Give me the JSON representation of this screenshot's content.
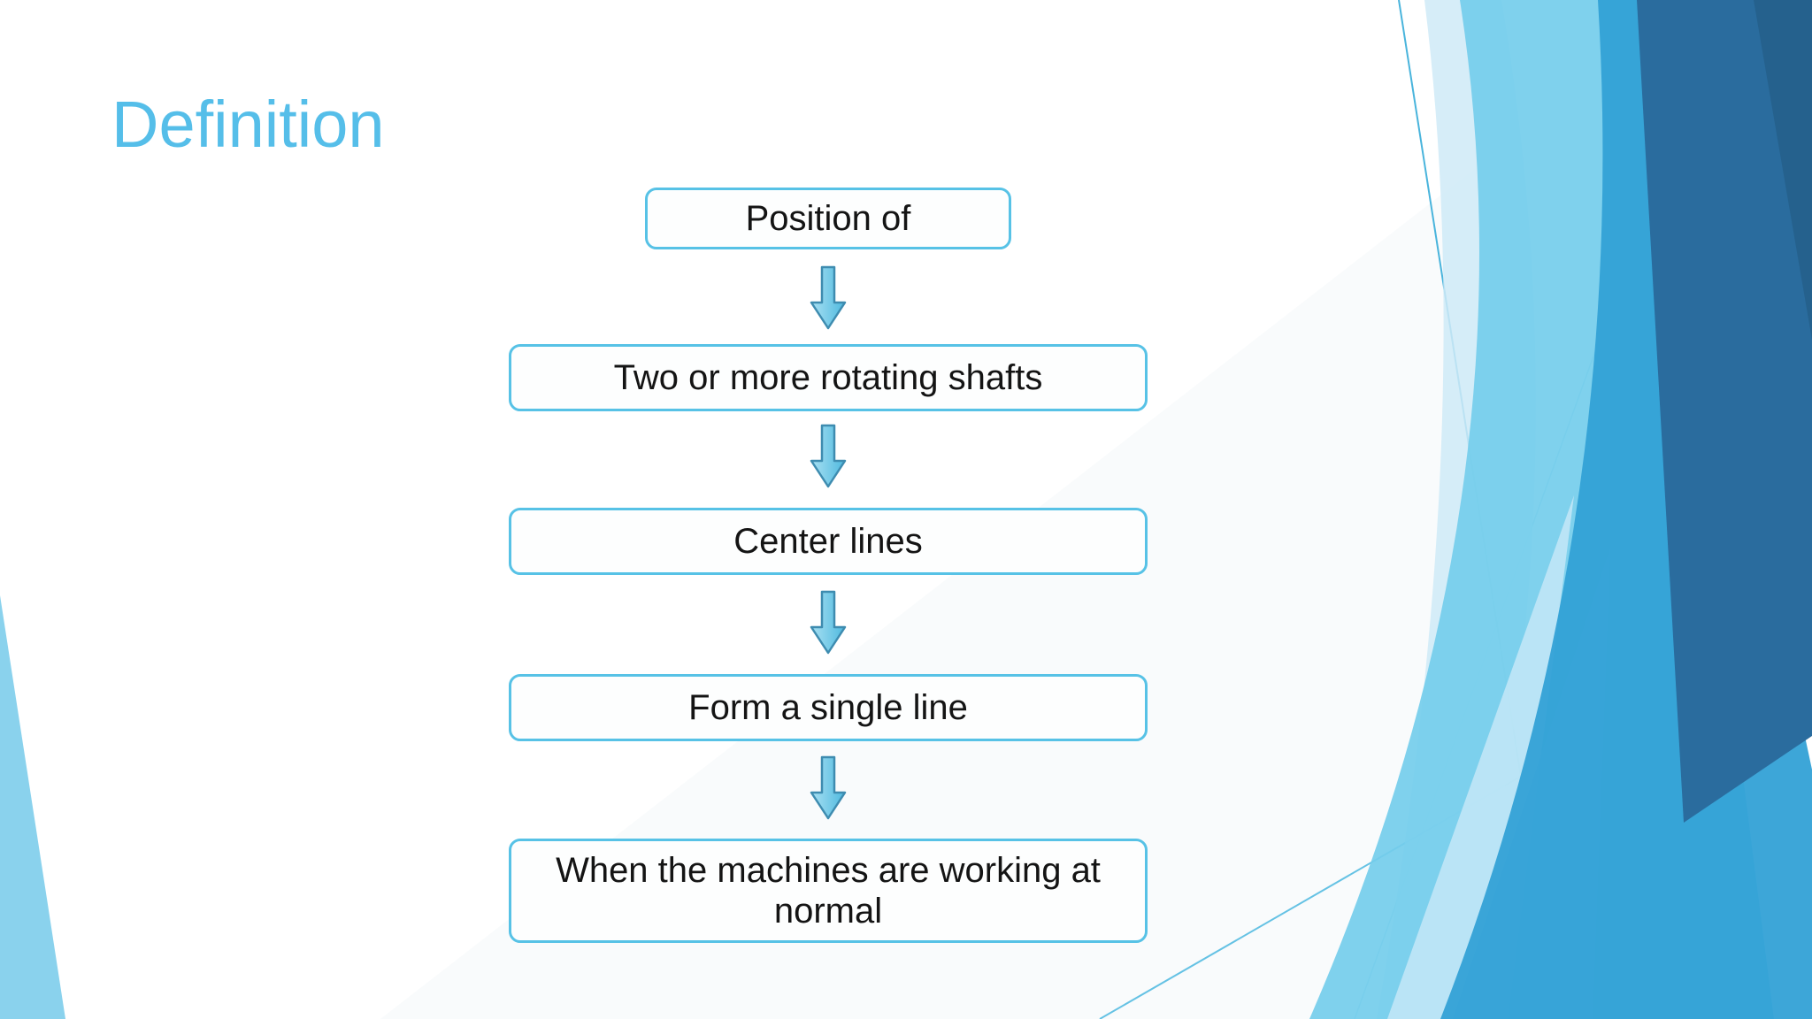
{
  "slide": {
    "title": "Definition",
    "flowchart": {
      "boxes": [
        {
          "label": "Position of"
        },
        {
          "label": "Two or more rotating shafts"
        },
        {
          "label": "Center lines"
        },
        {
          "label": "Form a single line"
        },
        {
          "label": "When the machines are working at normal"
        }
      ],
      "arrow_count": 4,
      "arrow_direction": "down"
    },
    "theme": {
      "title_color": "#55BEE9",
      "box_border_color": "#57C2E6",
      "box_fill_color": "#FDFEFE",
      "box_text_color": "#141414",
      "arrow_fill_light": "#A8E0F2",
      "arrow_fill_dark": "#4FB9DF",
      "arrow_outline_color": "#3E8CB0",
      "decor_colors": {
        "pale_petal": "#CFEAF7",
        "light_mass": "#74CDEC",
        "fan_pale": "#C9E9F7",
        "fan_mid": "#90D6F0",
        "medium_wedge": "#33A1D6",
        "dark_wedge": "#2A6C9E",
        "darker_accent": "#25618D",
        "thin_line": "#49B4DC",
        "corner_triangle": "#8AD2ED",
        "subtle_facet": "#F3F7F9"
      }
    }
  }
}
